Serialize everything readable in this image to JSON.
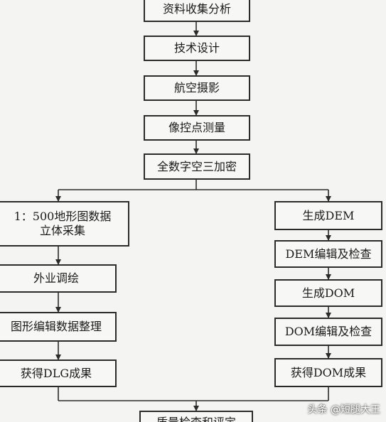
{
  "steps_main": [
    "资料收集分析",
    "技术设计",
    "航空摄影",
    "像控点测量",
    "全数字空三加密"
  ],
  "steps_left": [
    "1：500地形图数据",
    "立体采集",
    "外业调绘",
    "图形编辑数据整理",
    "获得DLG成果"
  ],
  "steps_right": [
    "生成DEM",
    "DEM编辑及检查",
    "生成DOM",
    "DOM编辑及检查",
    "获得DOM成果"
  ],
  "step_bottom": "质量检查和评定",
  "watermark": "头条 @短腿大王",
  "colors": {
    "line": "#2b2b2b",
    "background": "#f4f4f2"
  }
}
